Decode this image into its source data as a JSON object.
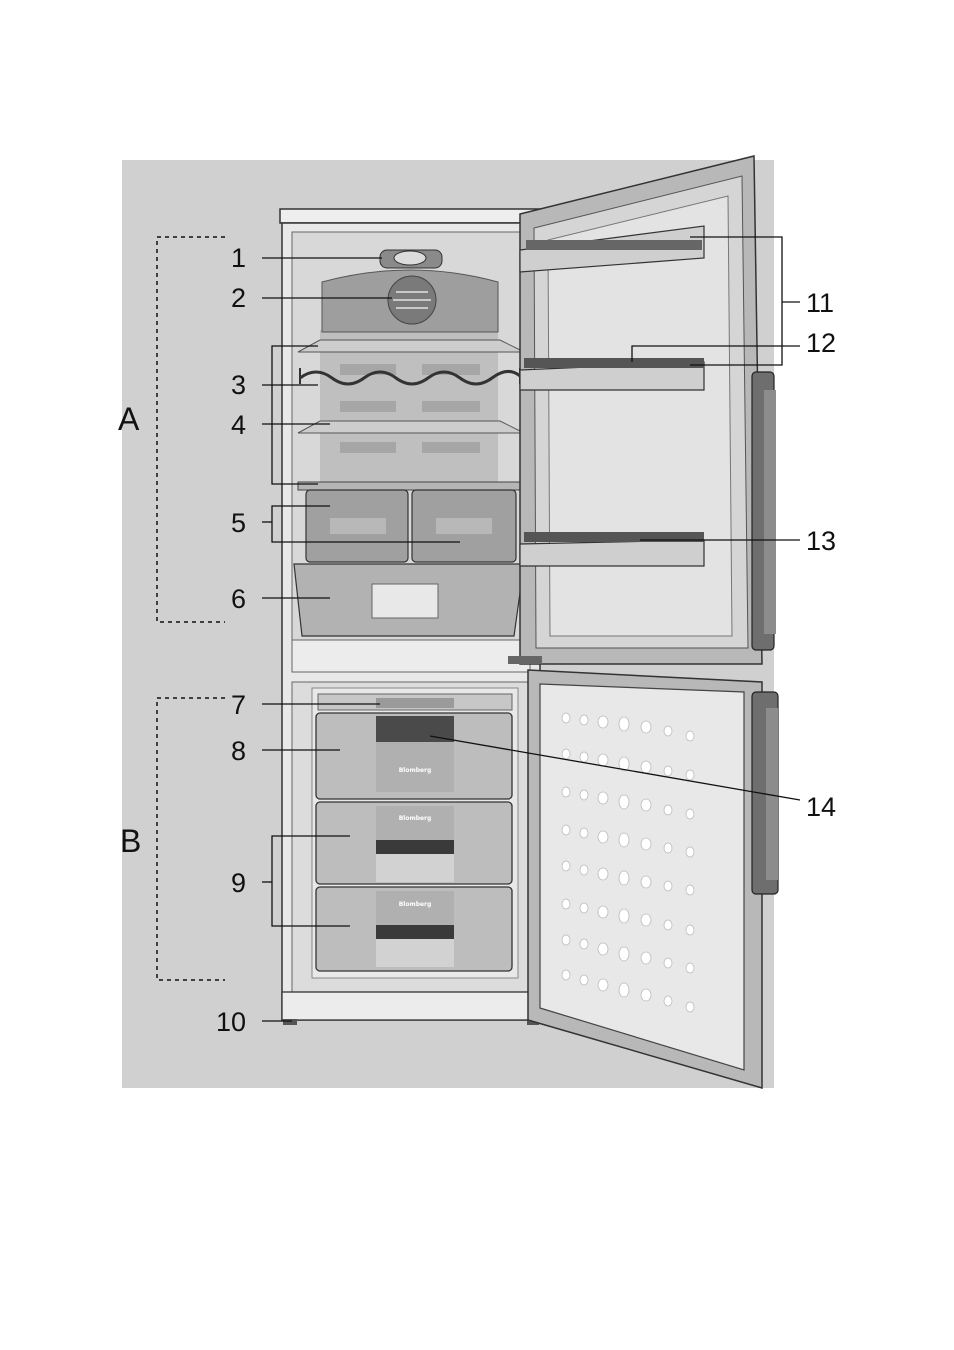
{
  "sections": {
    "a": "A",
    "b": "B"
  },
  "callouts": {
    "c1": "1",
    "c2": "2",
    "c3": "3",
    "c4": "4",
    "c5": "5",
    "c6": "6",
    "c7": "7",
    "c8": "8",
    "c9": "9",
    "c10": "10",
    "c11": "11",
    "c12": "12",
    "c13": "13",
    "c14": "14"
  },
  "drawer_brand": "Blomberg",
  "colors": {
    "background_panel": "#cfcfcf",
    "cabinet": "#e6e6e6",
    "door": "#bdbdbd",
    "handle": "#6e6e6e"
  }
}
